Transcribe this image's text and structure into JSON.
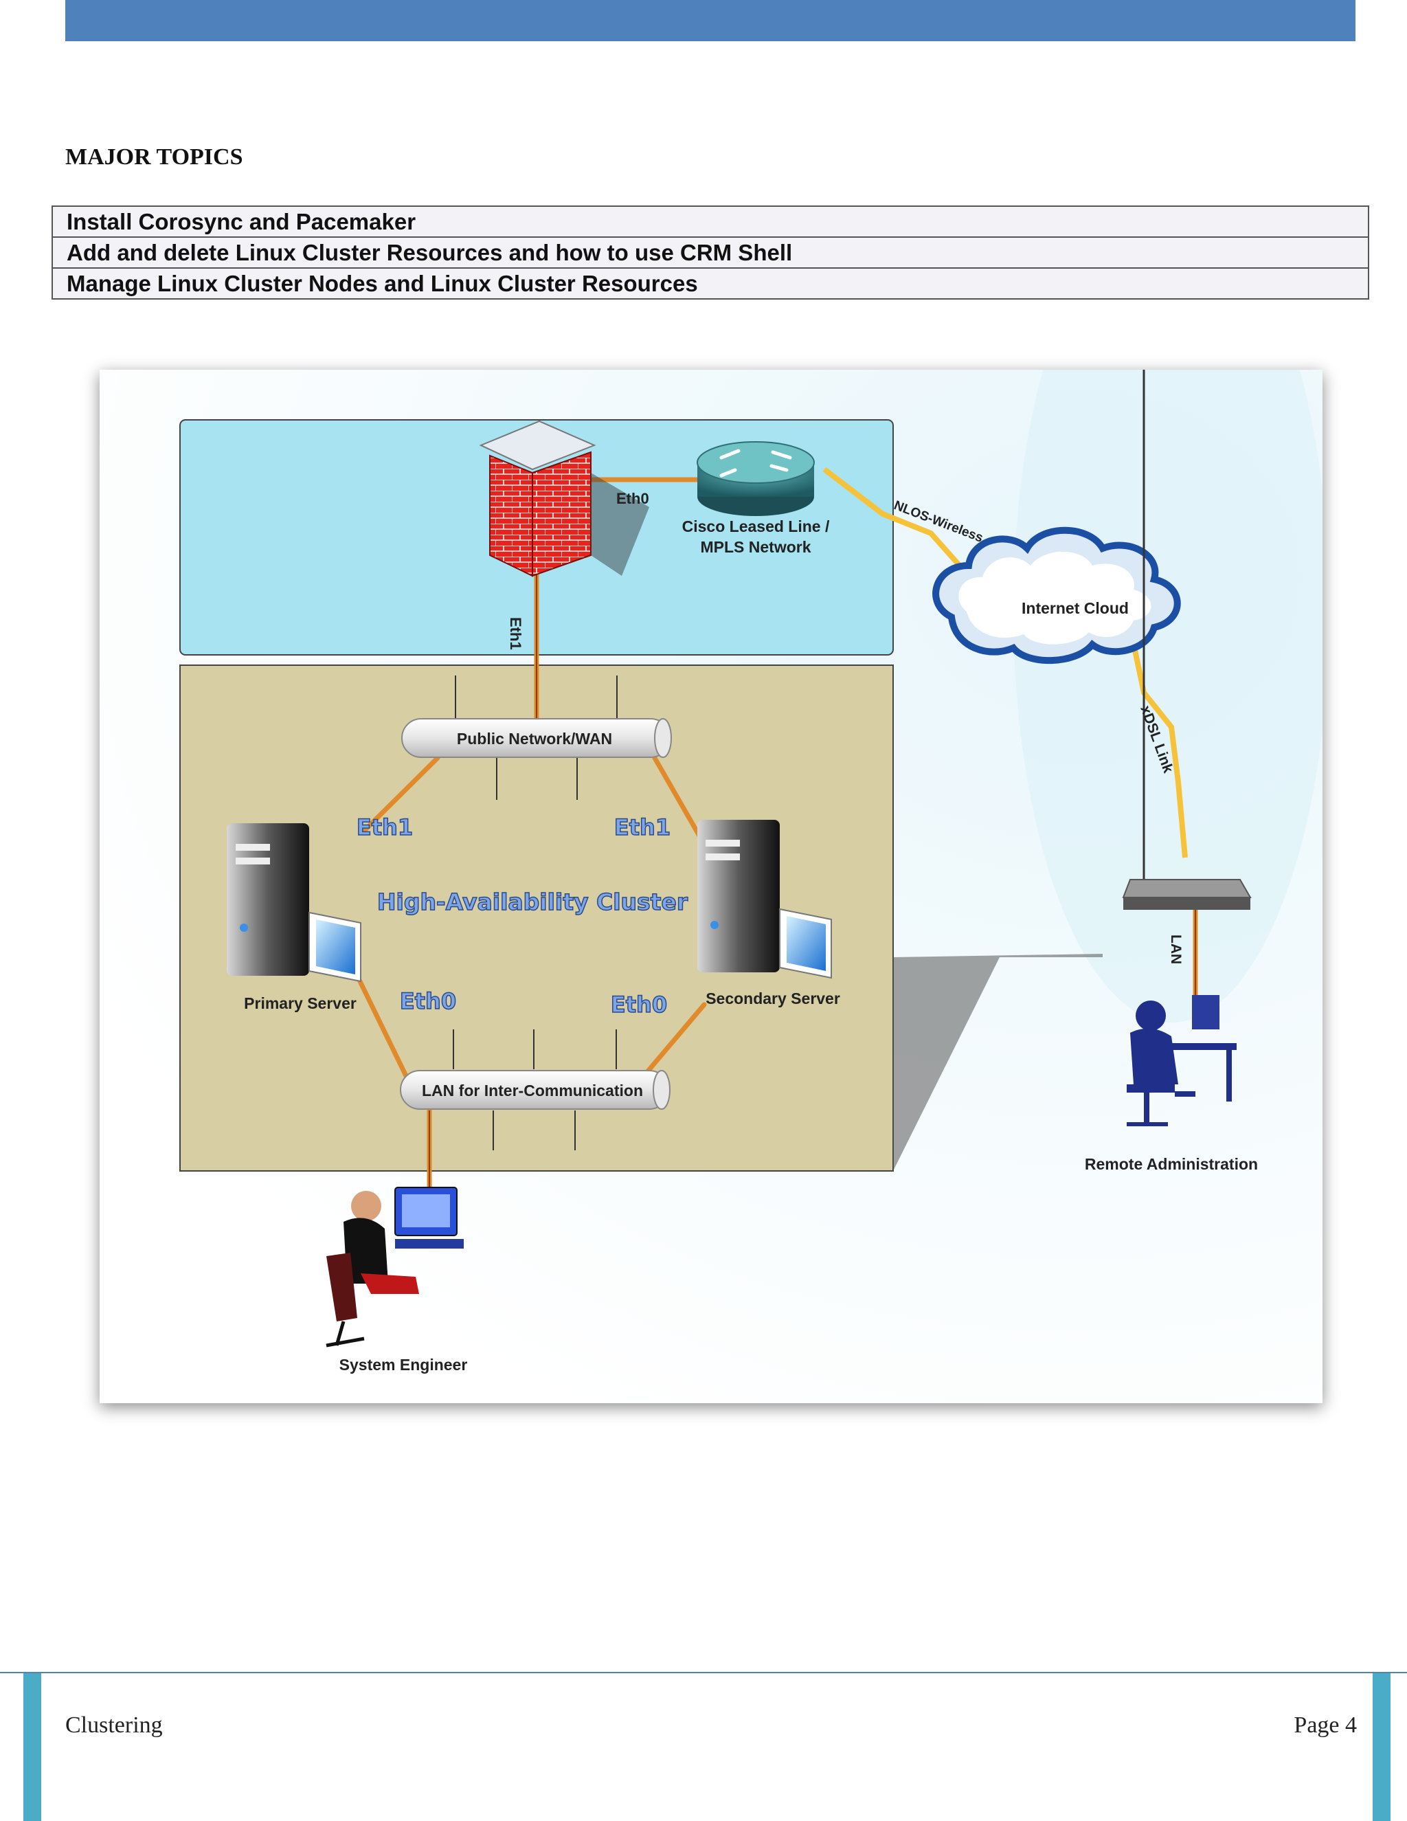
{
  "section_heading": "MAJOR TOPICS",
  "topics": [
    "Install Corosync and Pacemaker",
    "Add and delete Linux Cluster Resources and how to use CRM Shell",
    "Manage Linux Cluster Nodes and Linux Cluster Resources"
  ],
  "diagram": {
    "firewall_eth0": "Eth0",
    "firewall_eth1": "Eth1",
    "router_label_line1": "Cisco Leased Line /",
    "router_label_line2": "MPLS Network",
    "nlos_link": "NLOS-Wireless",
    "internet_cloud": "Internet Cloud",
    "xdsl_link": "xDSL Link",
    "lan_link": "LAN",
    "public_network": "Public Network/WAN",
    "lan_network": "LAN for Inter-Communication",
    "primary_eth1": "Eth1",
    "secondary_eth1": "Eth1",
    "primary_eth0": "Eth0",
    "secondary_eth0": "Eth0",
    "cluster_title": "High-Availability Cluster",
    "primary_server": "Primary Server",
    "secondary_server": "Secondary Server",
    "remote_admin": "Remote Administration",
    "system_engineer": "System Engineer"
  },
  "footer": {
    "left": "Clustering",
    "right": "Page 4"
  },
  "colors": {
    "accent_blue": "#4f81bd",
    "footer_bar": "#4aacc6",
    "dmz_zone": "#a8e3f1",
    "cluster_zone": "#d8ceA4",
    "link_orange": "#e08a2c",
    "wireless_yellow": "#f5c23a"
  }
}
